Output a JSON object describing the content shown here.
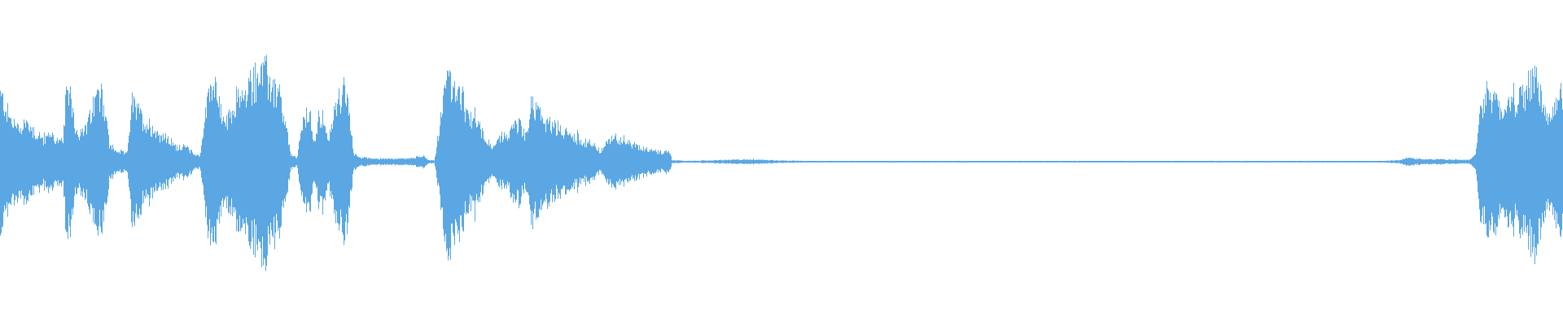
{
  "waveform": {
    "color": "#5aa7e3",
    "amplitude_envelope": [
      [
        0.0,
        0.44
      ],
      [
        0.006,
        0.28
      ],
      [
        0.012,
        0.22
      ],
      [
        0.016,
        0.26
      ],
      [
        0.02,
        0.22
      ],
      [
        0.024,
        0.17
      ],
      [
        0.028,
        0.14
      ],
      [
        0.032,
        0.19
      ],
      [
        0.036,
        0.14
      ],
      [
        0.04,
        0.13
      ],
      [
        0.042,
        0.4
      ],
      [
        0.045,
        0.47
      ],
      [
        0.048,
        0.22
      ],
      [
        0.052,
        0.18
      ],
      [
        0.056,
        0.24
      ],
      [
        0.06,
        0.37
      ],
      [
        0.064,
        0.46
      ],
      [
        0.067,
        0.34
      ],
      [
        0.07,
        0.1
      ],
      [
        0.074,
        0.07
      ],
      [
        0.078,
        0.06
      ],
      [
        0.081,
        0.05
      ],
      [
        0.084,
        0.38
      ],
      [
        0.088,
        0.33
      ],
      [
        0.092,
        0.26
      ],
      [
        0.096,
        0.24
      ],
      [
        0.1,
        0.19
      ],
      [
        0.104,
        0.17
      ],
      [
        0.108,
        0.14
      ],
      [
        0.112,
        0.1
      ],
      [
        0.116,
        0.1
      ],
      [
        0.12,
        0.09
      ],
      [
        0.124,
        0.05
      ],
      [
        0.128,
        0.04
      ],
      [
        0.131,
        0.3
      ],
      [
        0.134,
        0.48
      ],
      [
        0.137,
        0.58
      ],
      [
        0.14,
        0.35
      ],
      [
        0.144,
        0.25
      ],
      [
        0.148,
        0.3
      ],
      [
        0.152,
        0.45
      ],
      [
        0.156,
        0.4
      ],
      [
        0.16,
        0.5
      ],
      [
        0.164,
        0.55
      ],
      [
        0.168,
        0.6
      ],
      [
        0.172,
        0.53
      ],
      [
        0.176,
        0.46
      ],
      [
        0.18,
        0.36
      ],
      [
        0.183,
        0.2
      ],
      [
        0.186,
        0.05
      ],
      [
        0.19,
        0.02
      ],
      [
        0.192,
        0.2
      ],
      [
        0.195,
        0.28
      ],
      [
        0.198,
        0.3
      ],
      [
        0.201,
        0.14
      ],
      [
        0.204,
        0.3
      ],
      [
        0.207,
        0.25
      ],
      [
        0.21,
        0.12
      ],
      [
        0.213,
        0.32
      ],
      [
        0.217,
        0.42
      ],
      [
        0.22,
        0.45
      ],
      [
        0.223,
        0.36
      ],
      [
        0.226,
        0.05
      ],
      [
        0.23,
        0.03
      ],
      [
        0.24,
        0.02
      ],
      [
        0.26,
        0.02
      ],
      [
        0.268,
        0.03
      ],
      [
        0.271,
        0.04
      ],
      [
        0.274,
        0.01
      ],
      [
        0.278,
        0.01
      ],
      [
        0.282,
        0.3
      ],
      [
        0.285,
        0.58
      ],
      [
        0.288,
        0.52
      ],
      [
        0.292,
        0.45
      ],
      [
        0.296,
        0.4
      ],
      [
        0.3,
        0.26
      ],
      [
        0.304,
        0.32
      ],
      [
        0.308,
        0.2
      ],
      [
        0.312,
        0.14
      ],
      [
        0.316,
        0.08
      ],
      [
        0.32,
        0.16
      ],
      [
        0.324,
        0.16
      ],
      [
        0.328,
        0.22
      ],
      [
        0.332,
        0.26
      ],
      [
        0.336,
        0.16
      ],
      [
        0.34,
        0.38
      ],
      [
        0.344,
        0.32
      ],
      [
        0.348,
        0.28
      ],
      [
        0.352,
        0.24
      ],
      [
        0.356,
        0.22
      ],
      [
        0.36,
        0.2
      ],
      [
        0.364,
        0.18
      ],
      [
        0.368,
        0.16
      ],
      [
        0.372,
        0.14
      ],
      [
        0.376,
        0.12
      ],
      [
        0.38,
        0.12
      ],
      [
        0.384,
        0.06
      ],
      [
        0.388,
        0.12
      ],
      [
        0.392,
        0.15
      ],
      [
        0.396,
        0.16
      ],
      [
        0.4,
        0.14
      ],
      [
        0.404,
        0.12
      ],
      [
        0.408,
        0.1
      ],
      [
        0.412,
        0.09
      ],
      [
        0.416,
        0.08
      ],
      [
        0.42,
        0.07
      ],
      [
        0.424,
        0.06
      ],
      [
        0.428,
        0.08
      ],
      [
        0.43,
        0.01
      ],
      [
        0.44,
        0.005
      ],
      [
        0.48,
        0.015
      ],
      [
        0.5,
        0.008
      ],
      [
        0.52,
        0.004
      ],
      [
        0.56,
        0.004
      ],
      [
        0.6,
        0.004
      ],
      [
        0.7,
        0.004
      ],
      [
        0.8,
        0.004
      ],
      [
        0.88,
        0.004
      ],
      [
        0.896,
        0.01
      ],
      [
        0.9,
        0.025
      ],
      [
        0.906,
        0.018
      ],
      [
        0.92,
        0.015
      ],
      [
        0.94,
        0.012
      ],
      [
        0.944,
        0.04
      ],
      [
        0.946,
        0.18
      ],
      [
        0.948,
        0.38
      ],
      [
        0.95,
        0.36
      ],
      [
        0.952,
        0.46
      ],
      [
        0.955,
        0.4
      ],
      [
        0.958,
        0.44
      ],
      [
        0.961,
        0.3
      ],
      [
        0.964,
        0.34
      ],
      [
        0.967,
        0.45
      ],
      [
        0.97,
        0.38
      ],
      [
        0.973,
        0.43
      ],
      [
        0.976,
        0.46
      ],
      [
        0.979,
        0.52
      ],
      [
        0.982,
        0.56
      ],
      [
        0.985,
        0.5
      ],
      [
        0.988,
        0.34
      ],
      [
        0.991,
        0.28
      ],
      [
        0.994,
        0.34
      ],
      [
        0.997,
        0.44
      ],
      [
        1.0,
        0.42
      ]
    ]
  }
}
